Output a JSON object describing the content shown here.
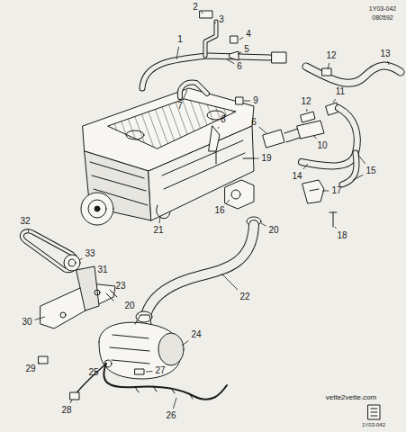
{
  "diagram": {
    "labels": [
      "1Y03-042",
      "080592",
      "2",
      "3",
      "4",
      "1",
      "5",
      "6",
      "12",
      "13",
      "7",
      "9",
      "8",
      "11",
      "12",
      "10",
      "6",
      "14",
      "15",
      "19",
      "16",
      "17",
      "18",
      "20",
      "21",
      "32",
      "33",
      "31",
      "23",
      "22",
      "20",
      "30",
      "24",
      "29",
      "25",
      "27",
      "28",
      "26",
      "vette2vette.com",
      "1Y03-042"
    ]
  }
}
